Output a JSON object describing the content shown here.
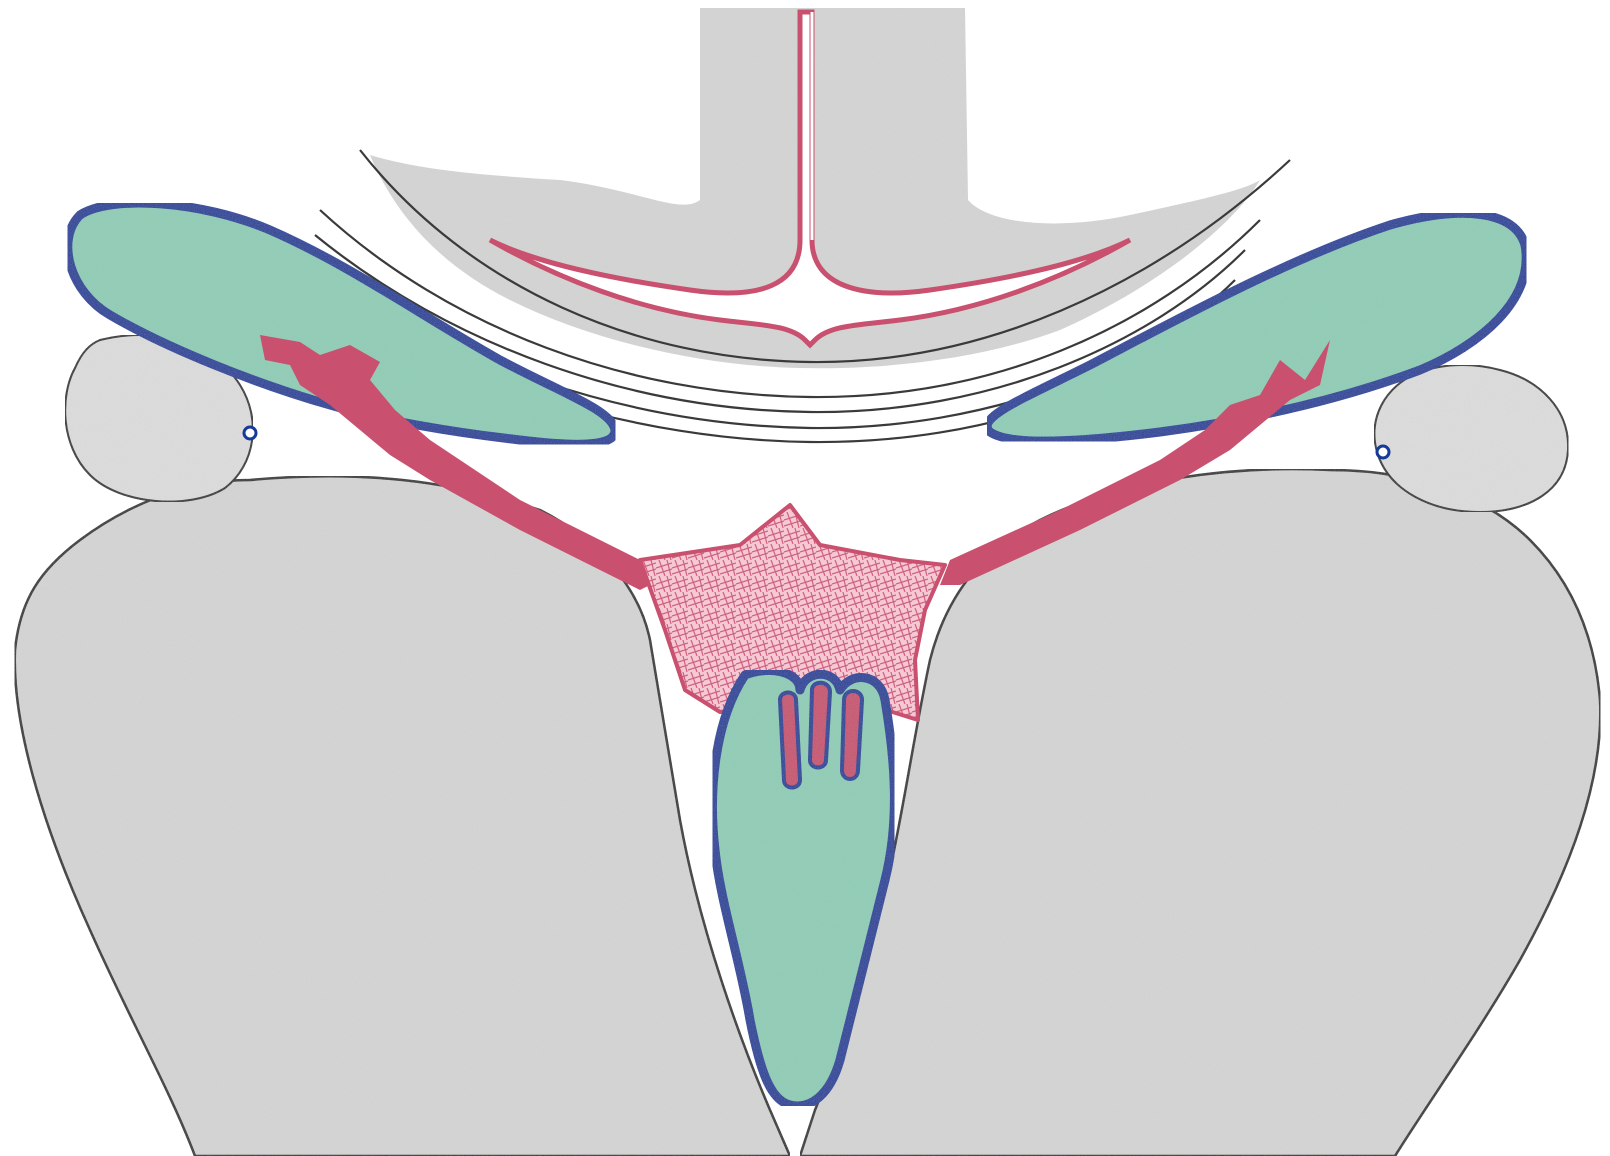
{
  "diagram": {
    "labels": [],
    "colors": {
      "background": "#ffffff",
      "tissue_gray": "#d6d7d6",
      "tissue_gray_light": "#dedfde",
      "tissue_outline": "#2a2a2a",
      "tube_teal": "#8fcfb7",
      "tube_teal_light": "#a6dbc7",
      "tube_border_blue": "#153a9a",
      "cord_magenta": "#c9506e",
      "cord_pink": "#e690a6",
      "web_pink": "#f2c2cf",
      "streak_line": "#3a3a3a"
    },
    "parts": [
      "upper-gray-body",
      "median-tube-pink",
      "curved-streaks",
      "left-teal-lobe",
      "right-teal-lobe",
      "left-small-round",
      "right-small-round",
      "left-large-lobe",
      "right-large-lobe",
      "central-pink-star",
      "central-teal-body"
    ]
  }
}
